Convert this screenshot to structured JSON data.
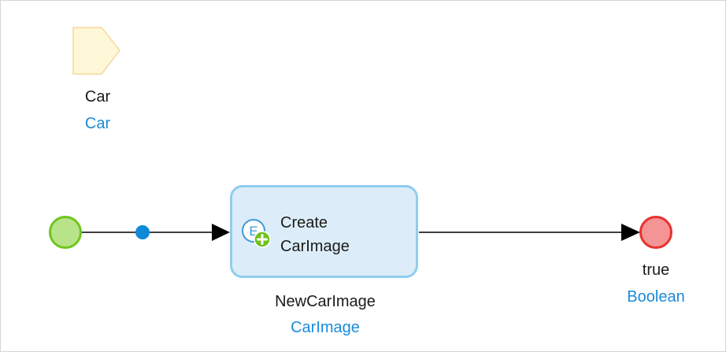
{
  "colors": {
    "start_fill": "#b9e38a",
    "start_stroke": "#6fc61e",
    "end_fill": "#f49495",
    "end_stroke": "#e8312f",
    "param_fill": "#fff8d8",
    "param_stroke": "#f6d79c",
    "activity_fill": "#dcedf9",
    "activity_stroke": "#8fcdef",
    "merge_dot": "#0e8ad6",
    "type_text": "#1a8bd8",
    "flow_line": "#000000"
  },
  "parameter": {
    "name": "Car",
    "type": "Car",
    "icon": "parameter-pentagon-icon"
  },
  "activity": {
    "line1": "Create",
    "line2": "CarImage",
    "output_name": "NewCarImage",
    "output_type": "CarImage",
    "icon": "create-entity-icon",
    "icon_letter": "E"
  },
  "end_event": {
    "value": "true",
    "type": "Boolean"
  }
}
